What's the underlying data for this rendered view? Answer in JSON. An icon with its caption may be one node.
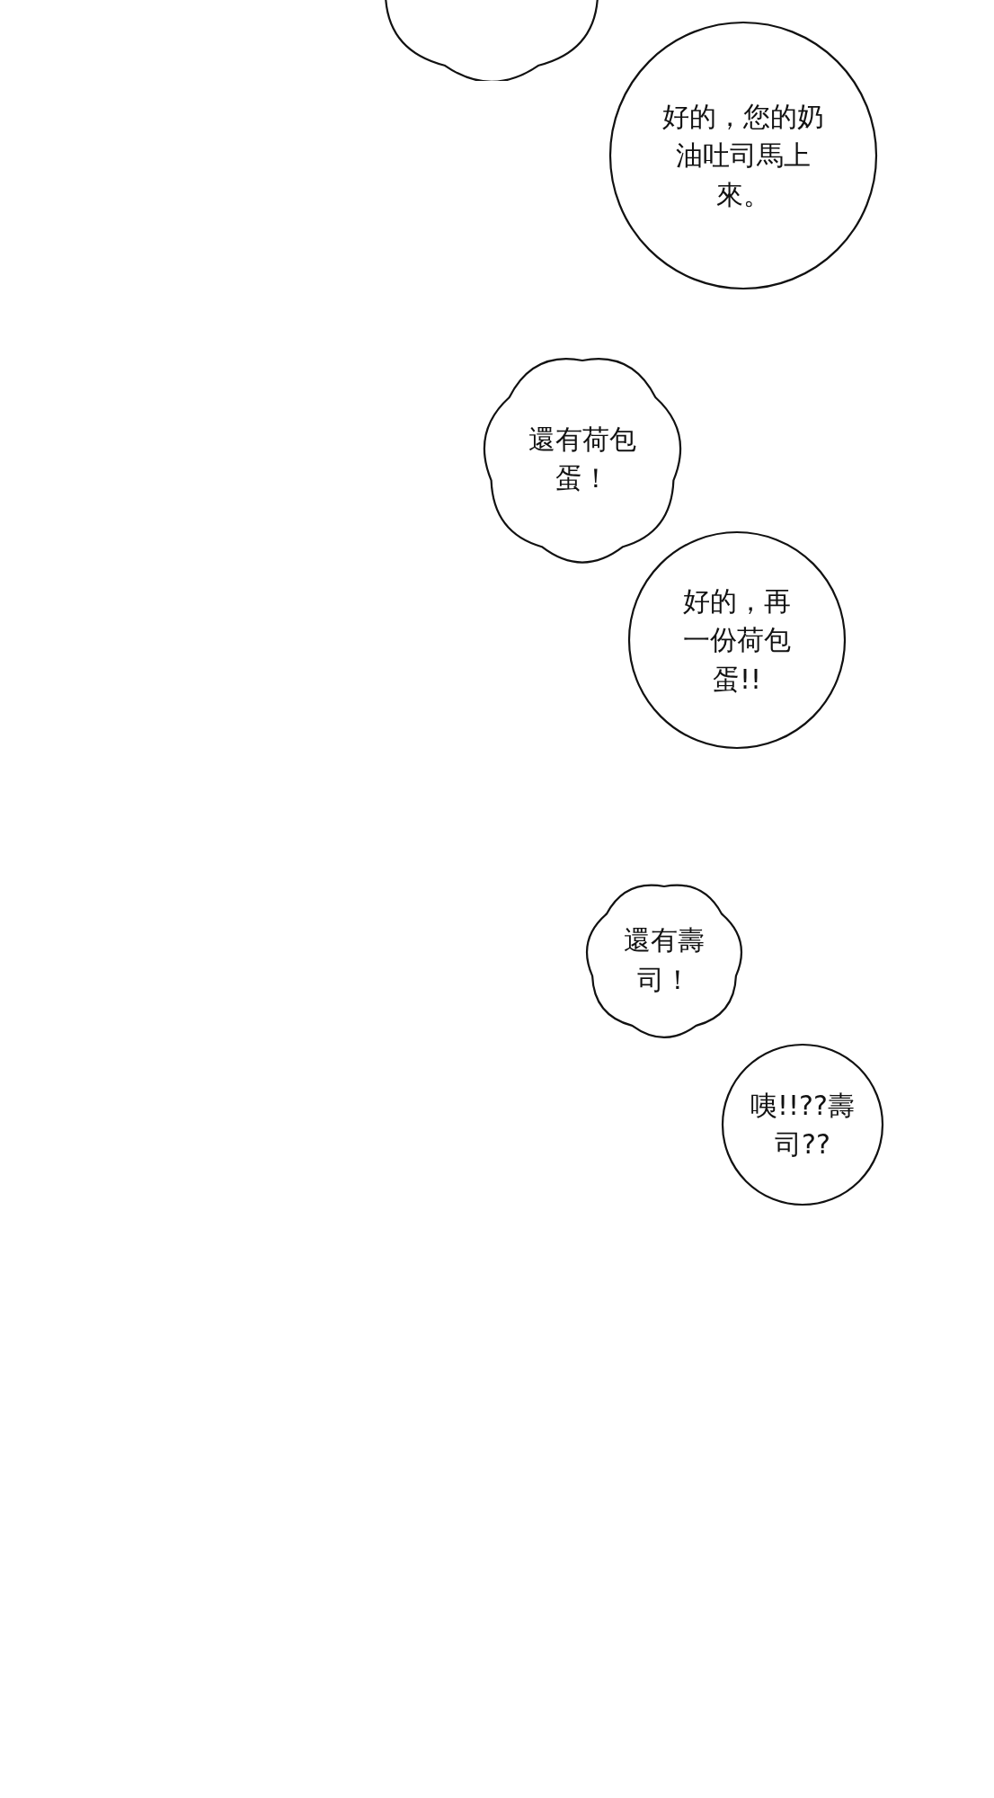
{
  "diagram": {
    "nodes": [
      {
        "text": [],
        "shape": "cloud"
      },
      {
        "text": [
          "好的，您的奶油吐司馬上來。"
        ]
      },
      {
        "text": [
          "還有荷包蛋！"
        ]
      },
      {
        "text": [
          "好的，再一份荷包蛋!!"
        ]
      },
      {
        "text": [
          "還有壽司！"
        ]
      },
      {
        "text": [
          "咦!!??壽司??"
        ]
      }
    ],
    "edges": []
  }
}
